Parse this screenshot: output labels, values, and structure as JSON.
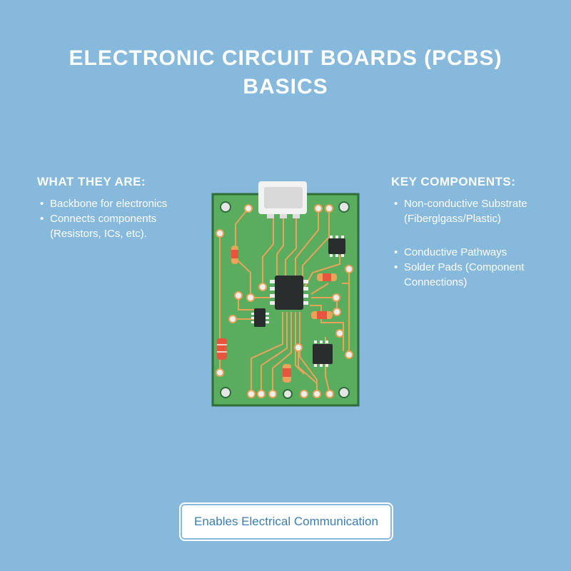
{
  "title": {
    "line1": "ELECTRONIC CIRCUIT BOARDS (PCBS)",
    "line2": "BASICS"
  },
  "what_they_are": {
    "heading": "WHAT THEY ARE:",
    "items": [
      "Backbone for electronics",
      "Connects components (Resistors, ICs, etc)."
    ]
  },
  "key_components": {
    "heading": "KEY COMPONENTS:",
    "items": [
      "Non-conductive Substrate (Fiberglgass/Plastic)",
      "Conductive Pathways",
      "Solder Pads (Component Connections)"
    ]
  },
  "illustration": {
    "icon": "pcb-board-illustration",
    "colors": {
      "board": "#5aac5e",
      "board_border": "#2f6e3a",
      "trace": "#e9a45a",
      "chip": "#2a2d2e",
      "resistor": "#e8553f",
      "connector": "#e8e8e8"
    }
  },
  "footer_badge": {
    "label": "Enables Electrical Communication"
  },
  "colors": {
    "background": "#86b9dc",
    "text": "#ffffff",
    "badge_text": "#3a7fb3"
  }
}
